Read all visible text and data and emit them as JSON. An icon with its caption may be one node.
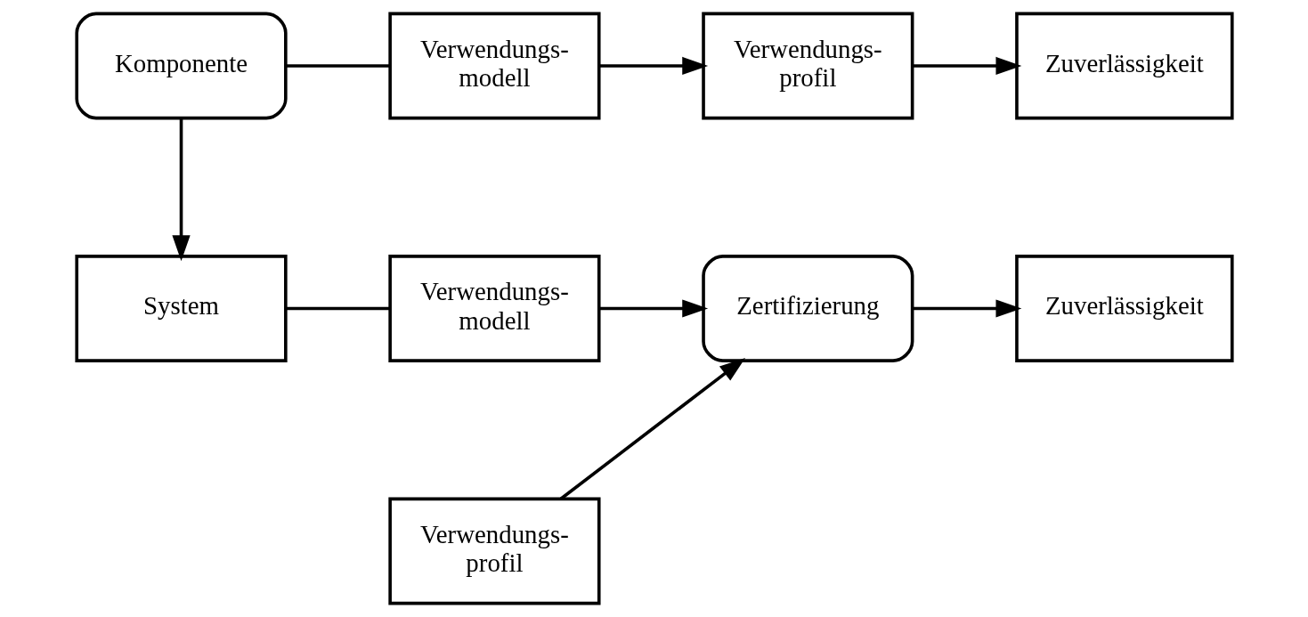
{
  "diagram": {
    "nodes": [
      {
        "text": [
          "Komponente"
        ]
      },
      {
        "text": [
          "Verwendungs- modell"
        ]
      },
      {
        "text": [
          "Verwendungs- profil"
        ]
      },
      {
        "text": [
          "Zuverlässigkeit"
        ]
      },
      {
        "text": [
          "System"
        ]
      },
      {
        "text": [
          "Verwendungs- modell"
        ]
      },
      {
        "text": [
          "Zertifizierung"
        ]
      },
      {
        "text": [
          "Zuverlässigkeit"
        ]
      },
      {
        "text": [
          "Verwendungs- profil"
        ]
      }
    ],
    "edges": [
      {
        "from": 0,
        "to": 1,
        "arrow": "none"
      },
      {
        "from": 1,
        "to": 2,
        "arrow": "to"
      },
      {
        "from": 2,
        "to": 3,
        "arrow": "to"
      },
      {
        "from": 0,
        "to": 4,
        "arrow": "to"
      },
      {
        "from": 4,
        "to": 5,
        "arrow": "none"
      },
      {
        "from": 5,
        "to": 6,
        "arrow": "to"
      },
      {
        "from": 8,
        "to": 6,
        "arrow": "to"
      },
      {
        "from": 6,
        "to": 7,
        "arrow": "to"
      }
    ]
  }
}
